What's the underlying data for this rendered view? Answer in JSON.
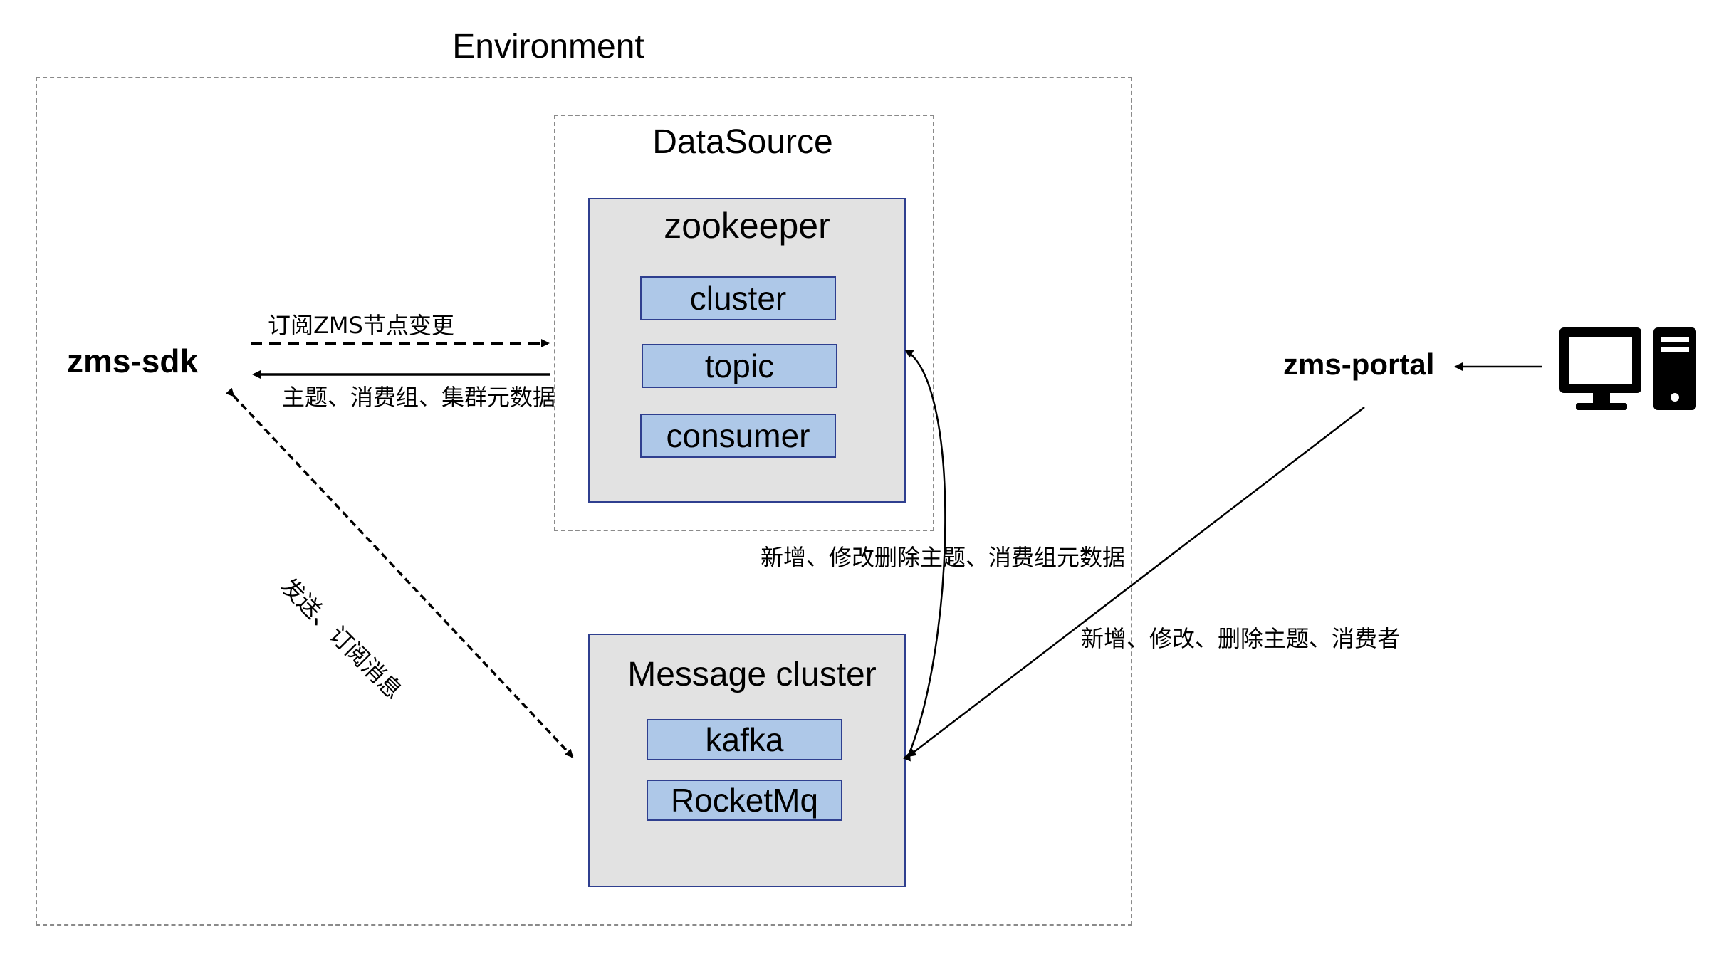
{
  "environment": {
    "title": "Environment"
  },
  "datasource": {
    "title": "DataSource",
    "zookeeper": {
      "title": "zookeeper",
      "items": [
        "cluster",
        "topic",
        "consumer"
      ]
    }
  },
  "message_cluster": {
    "title": "Message cluster",
    "items": [
      "kafka",
      "RocketMq"
    ]
  },
  "nodes": {
    "sdk": "zms-sdk",
    "portal": "zms-portal"
  },
  "edges": {
    "subscribe_zms": "订阅ZMS节点变更",
    "return_data": "主题、消费组、集群元数据",
    "send_subscribe": "发送、订阅消息",
    "modify_metadata": "新增、修改删除主题、消费组元数据",
    "portal_ops": "新增、修改、删除主题、消费者"
  },
  "icons": {
    "computer": "desktop-computer-icon"
  },
  "colors": {
    "box_fill": "#e2e2e2",
    "item_fill": "#aec8e8",
    "box_border": "#2f3f8f",
    "dashed_border": "#8a8a8a"
  }
}
